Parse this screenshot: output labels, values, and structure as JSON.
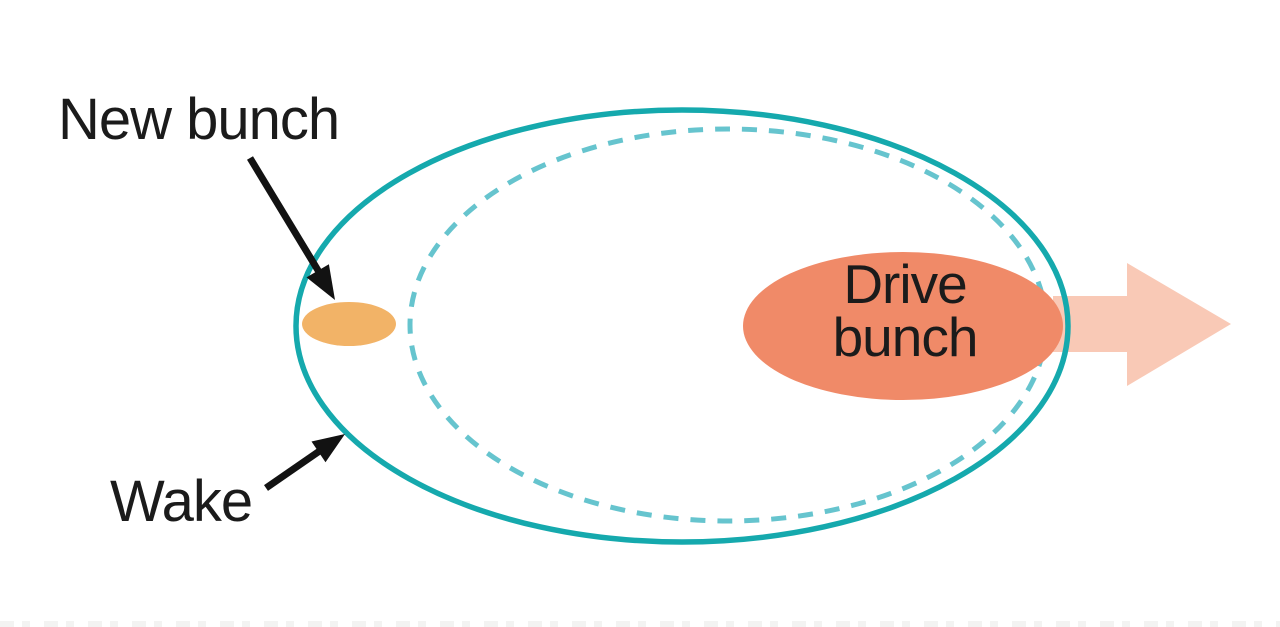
{
  "diagram": {
    "title_semantic": "plasma-wakefield-acceleration-schematic",
    "labels": {
      "new_bunch": "New bunch",
      "wake": "Wake",
      "drive_bunch": "Drive bunch"
    },
    "colors": {
      "background": "#FFFFFF",
      "wake_outline": "#15A9AD",
      "inner_wake_dashed": "#66C4CE",
      "drive_bunch_fill": "#F08A68",
      "new_bunch_fill": "#F2B367",
      "direction_arrow_fill": "#F9C9B6",
      "pointer_arrow": "#121212",
      "label_text": "#1B1B1B"
    }
  }
}
